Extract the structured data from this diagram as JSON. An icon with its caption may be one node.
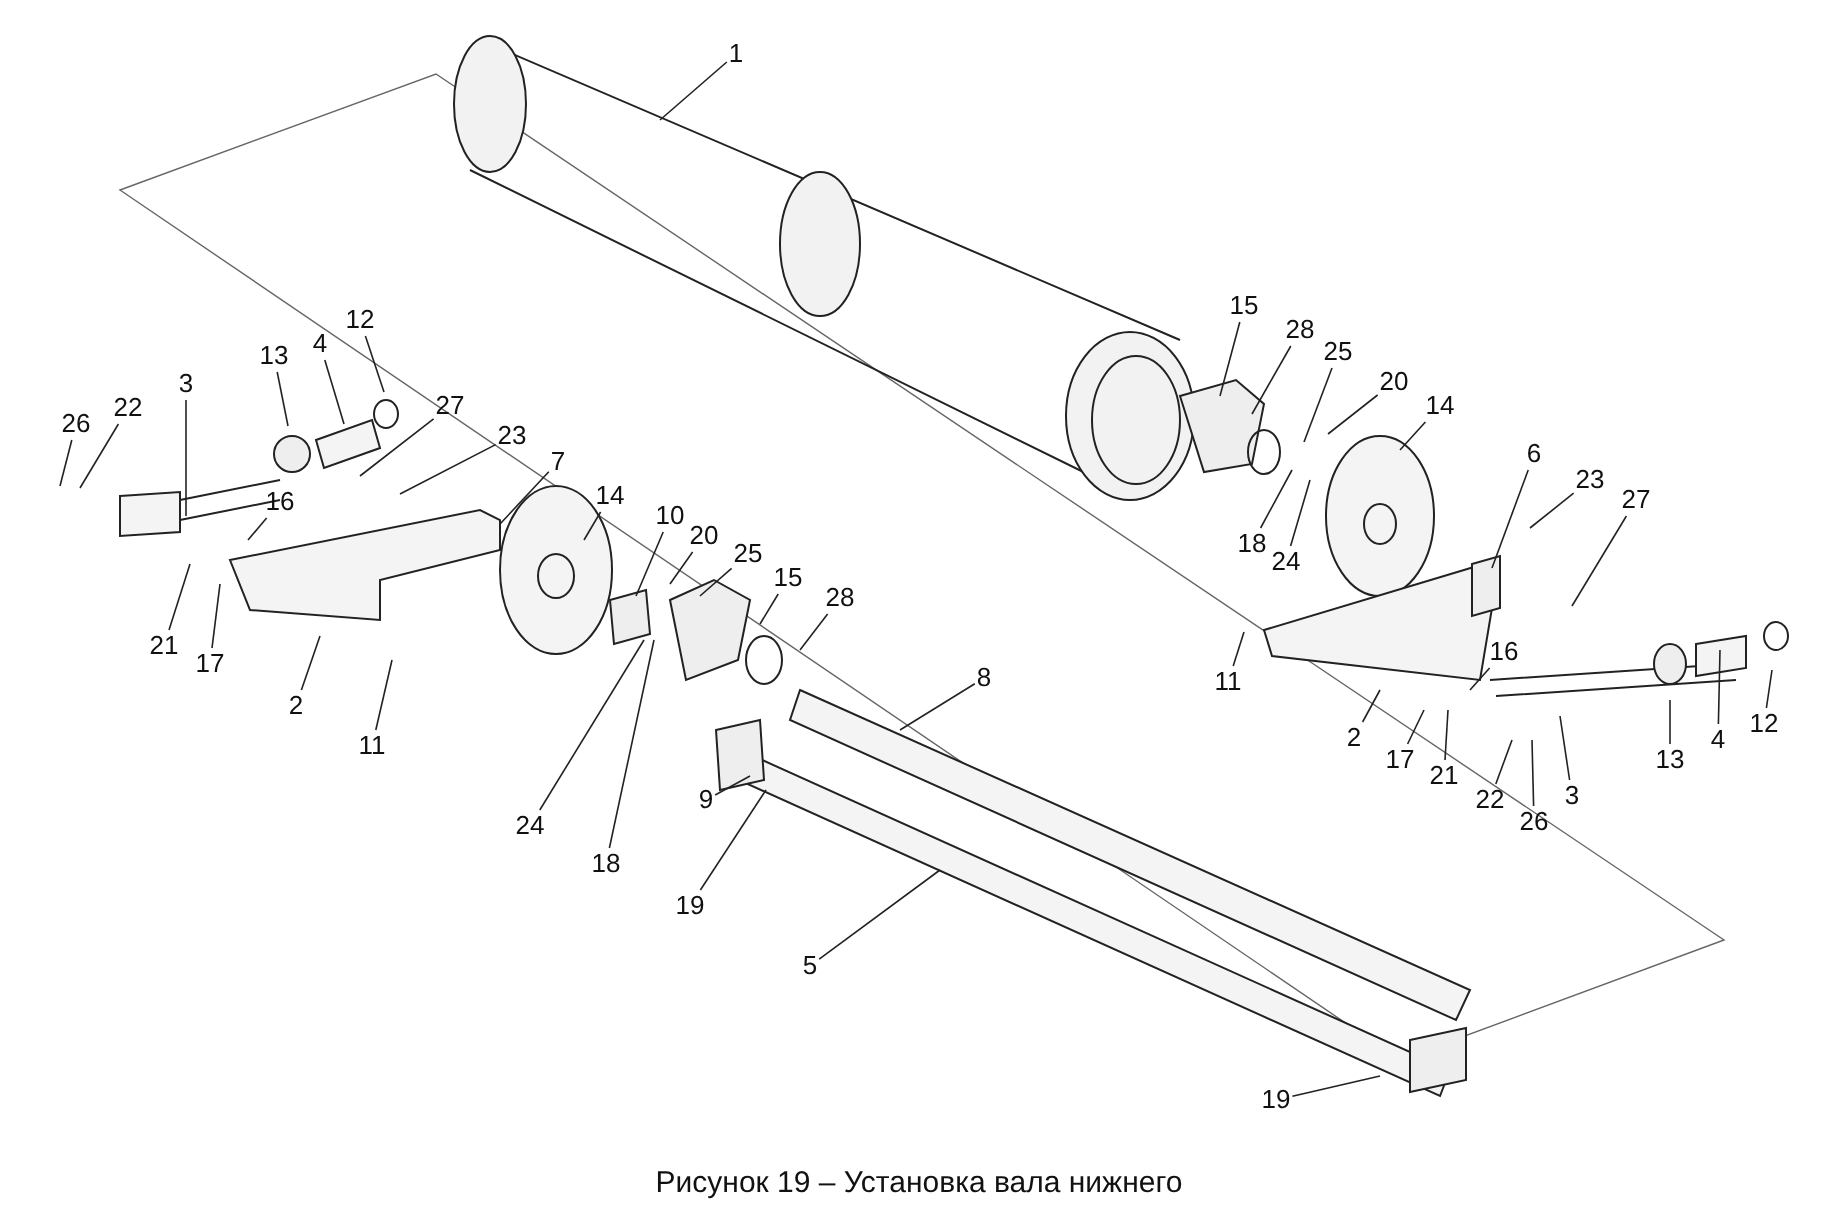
{
  "diagram": {
    "caption": "Рисунок 19 – Установка вала нижнего",
    "nodes": [
      {
        "text": [
          "1"
        ]
      },
      {
        "text": [
          "15"
        ]
      },
      {
        "text": [
          "12"
        ]
      },
      {
        "text": [
          "28"
        ]
      },
      {
        "text": [
          "4"
        ]
      },
      {
        "text": [
          "25"
        ]
      },
      {
        "text": [
          "13"
        ]
      },
      {
        "text": [
          "20"
        ]
      },
      {
        "text": [
          "3"
        ]
      },
      {
        "text": [
          "14"
        ]
      },
      {
        "text": [
          "27"
        ]
      },
      {
        "text": [
          "22"
        ]
      },
      {
        "text": [
          "26"
        ]
      },
      {
        "text": [
          "23"
        ]
      },
      {
        "text": [
          "6"
        ]
      },
      {
        "text": [
          "7"
        ]
      },
      {
        "text": [
          "23"
        ]
      },
      {
        "text": [
          "16"
        ]
      },
      {
        "text": [
          "14"
        ]
      },
      {
        "text": [
          "27"
        ]
      },
      {
        "text": [
          "10"
        ]
      },
      {
        "text": [
          "20"
        ]
      },
      {
        "text": [
          "18"
        ]
      },
      {
        "text": [
          "25"
        ]
      },
      {
        "text": [
          "24"
        ]
      },
      {
        "text": [
          "15"
        ]
      },
      {
        "text": [
          "28"
        ]
      },
      {
        "text": [
          "21"
        ]
      },
      {
        "text": [
          "17"
        ]
      },
      {
        "text": [
          "16"
        ]
      },
      {
        "text": [
          "11"
        ]
      },
      {
        "text": [
          "8"
        ]
      },
      {
        "text": [
          "2"
        ]
      },
      {
        "text": [
          "12"
        ]
      },
      {
        "text": [
          "2"
        ]
      },
      {
        "text": [
          "4"
        ]
      },
      {
        "text": [
          "11"
        ]
      },
      {
        "text": [
          "13"
        ]
      },
      {
        "text": [
          "17"
        ]
      },
      {
        "text": [
          "21"
        ]
      },
      {
        "text": [
          "3"
        ]
      },
      {
        "text": [
          "22"
        ]
      },
      {
        "text": [
          "9"
        ]
      },
      {
        "text": [
          "26"
        ]
      },
      {
        "text": [
          "24"
        ]
      },
      {
        "text": [
          "18"
        ]
      },
      {
        "text": [
          "19"
        ]
      },
      {
        "text": [
          "5"
        ]
      },
      {
        "text": [
          "19"
        ]
      }
    ],
    "edges": [
      {
        "from": 0,
        "to": null,
        "arrow": "none"
      },
      {
        "from": 1,
        "to": null,
        "arrow": "none"
      },
      {
        "from": 2,
        "to": null,
        "arrow": "none"
      },
      {
        "from": 3,
        "to": null,
        "arrow": "none"
      },
      {
        "from": 4,
        "to": null,
        "arrow": "none"
      },
      {
        "from": 5,
        "to": null,
        "arrow": "none"
      },
      {
        "from": 6,
        "to": null,
        "arrow": "none"
      },
      {
        "from": 7,
        "to": null,
        "arrow": "none"
      },
      {
        "from": 8,
        "to": null,
        "arrow": "none"
      },
      {
        "from": 9,
        "to": null,
        "arrow": "none"
      },
      {
        "from": 10,
        "to": null,
        "arrow": "none"
      },
      {
        "from": 11,
        "to": null,
        "arrow": "none"
      },
      {
        "from": 12,
        "to": null,
        "arrow": "none"
      },
      {
        "from": 13,
        "to": null,
        "arrow": "none"
      },
      {
        "from": 14,
        "to": null,
        "arrow": "none"
      },
      {
        "from": 15,
        "to": null,
        "arrow": "none"
      },
      {
        "from": 16,
        "to": null,
        "arrow": "none"
      },
      {
        "from": 17,
        "to": null,
        "arrow": "none"
      },
      {
        "from": 18,
        "to": null,
        "arrow": "none"
      },
      {
        "from": 19,
        "to": null,
        "arrow": "none"
      },
      {
        "from": 20,
        "to": null,
        "arrow": "none"
      },
      {
        "from": 21,
        "to": null,
        "arrow": "none"
      },
      {
        "from": 22,
        "to": null,
        "arrow": "none"
      },
      {
        "from": 23,
        "to": null,
        "arrow": "none"
      },
      {
        "from": 24,
        "to": null,
        "arrow": "none"
      },
      {
        "from": 25,
        "to": null,
        "arrow": "none"
      },
      {
        "from": 26,
        "to": null,
        "arrow": "none"
      },
      {
        "from": 27,
        "to": null,
        "arrow": "none"
      },
      {
        "from": 28,
        "to": null,
        "arrow": "none"
      },
      {
        "from": 29,
        "to": null,
        "arrow": "none"
      },
      {
        "from": 30,
        "to": null,
        "arrow": "none"
      },
      {
        "from": 31,
        "to": null,
        "arrow": "none"
      },
      {
        "from": 32,
        "to": null,
        "arrow": "none"
      },
      {
        "from": 33,
        "to": null,
        "arrow": "none"
      },
      {
        "from": 34,
        "to": null,
        "arrow": "none"
      },
      {
        "from": 35,
        "to": null,
        "arrow": "none"
      },
      {
        "from": 36,
        "to": null,
        "arrow": "none"
      },
      {
        "from": 37,
        "to": null,
        "arrow": "none"
      },
      {
        "from": 38,
        "to": null,
        "arrow": "none"
      },
      {
        "from": 39,
        "to": null,
        "arrow": "none"
      },
      {
        "from": 40,
        "to": null,
        "arrow": "none"
      },
      {
        "from": 41,
        "to": null,
        "arrow": "none"
      },
      {
        "from": 42,
        "to": null,
        "arrow": "none"
      },
      {
        "from": 43,
        "to": null,
        "arrow": "none"
      },
      {
        "from": 44,
        "to": null,
        "arrow": "none"
      },
      {
        "from": 45,
        "to": null,
        "arrow": "none"
      },
      {
        "from": 46,
        "to": null,
        "arrow": "none"
      },
      {
        "from": 47,
        "to": null,
        "arrow": "none"
      },
      {
        "from": 48,
        "to": null,
        "arrow": "none"
      }
    ]
  }
}
